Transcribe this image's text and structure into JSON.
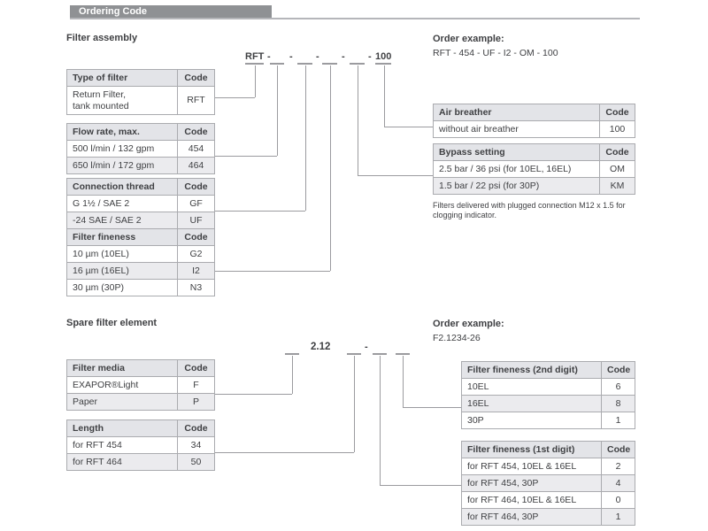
{
  "colors": {
    "bar-bg": "#8f9194",
    "bar-text": "#ffffff",
    "th-bg": "#e3e4e8",
    "alt-bg": "#ebebee",
    "border": "#aaabaf",
    "line": "#9b9b9f",
    "text": "#3f4043",
    "rule": "#b5b6ba"
  },
  "header": {
    "title": "Ordering Code"
  },
  "assembly": {
    "title": "Filter assembly",
    "order_example_label": "Order example:",
    "order_example_value": "RFT - 454 - UF - I2 - OM - 100",
    "code": {
      "prefix": "RFT",
      "suffix": "100",
      "dash": "-"
    },
    "note": "Filters delivered with plugged connection M12 x 1.5 for clogging indicator.",
    "tables": {
      "type_of_filter": {
        "title": "Type of filter",
        "code_label": "Code",
        "rows": [
          {
            "label": "Return Filter,\ntank mounted",
            "code": "RFT"
          }
        ]
      },
      "flow_rate": {
        "title": "Flow rate, max.",
        "code_label": "Code",
        "rows": [
          {
            "label": "500 l/min / 132 gpm",
            "code": "454"
          },
          {
            "label": "650 l/min / 172 gpm",
            "code": "464"
          }
        ]
      },
      "connection_thread": {
        "title": "Connection thread",
        "code_label": "Code",
        "rows": [
          {
            "label": "G 1½ / SAE 2",
            "code": "GF"
          },
          {
            "label": "-24 SAE / SAE 2",
            "code": "UF"
          }
        ]
      },
      "filter_fineness": {
        "title": "Filter fineness",
        "code_label": "Code",
        "rows": [
          {
            "label": "10 µm (10EL)",
            "code": "G2"
          },
          {
            "label": "16 µm (16EL)",
            "code": "I2"
          },
          {
            "label": "30 µm (30P)",
            "code": "N3"
          }
        ]
      },
      "air_breather": {
        "title": "Air breather",
        "code_label": "Code",
        "rows": [
          {
            "label": "without air breather",
            "code": "100"
          }
        ]
      },
      "bypass_setting": {
        "title": "Bypass setting",
        "code_label": "Code",
        "rows": [
          {
            "label": "2.5 bar / 36 psi (for 10EL, 16EL)",
            "code": "OM"
          },
          {
            "label": "1.5 bar / 22 psi (for 30P)",
            "code": "KM"
          }
        ]
      }
    }
  },
  "spare": {
    "title": "Spare filter element",
    "order_example_label": "Order example:",
    "order_example_value": "F2.1234-26",
    "code": {
      "mid": "2.12",
      "dash": "-"
    },
    "tables": {
      "filter_media": {
        "title": "Filter media",
        "code_label": "Code",
        "rows": [
          {
            "label": "EXAPOR®Light",
            "code": "F"
          },
          {
            "label": "Paper",
            "code": "P"
          }
        ]
      },
      "length": {
        "title": "Length",
        "code_label": "Code",
        "rows": [
          {
            "label": "for RFT 454",
            "code": "34"
          },
          {
            "label": "for RFT 464",
            "code": "50"
          }
        ]
      },
      "fineness_2nd": {
        "title": "Filter fineness (2nd digit)",
        "code_label": "Code",
        "rows": [
          {
            "label": "10EL",
            "code": "6"
          },
          {
            "label": "16EL",
            "code": "8"
          },
          {
            "label": "30P",
            "code": "1"
          }
        ]
      },
      "fineness_1st": {
        "title": "Filter fineness (1st digit)",
        "code_label": "Code",
        "rows": [
          {
            "label": "for RFT 454, 10EL & 16EL",
            "code": "2"
          },
          {
            "label": "for RFT 454, 30P",
            "code": "4"
          },
          {
            "label": "for RFT 464, 10EL & 16EL",
            "code": "0"
          },
          {
            "label": "for RFT 464, 30P",
            "code": "1"
          }
        ]
      }
    }
  }
}
